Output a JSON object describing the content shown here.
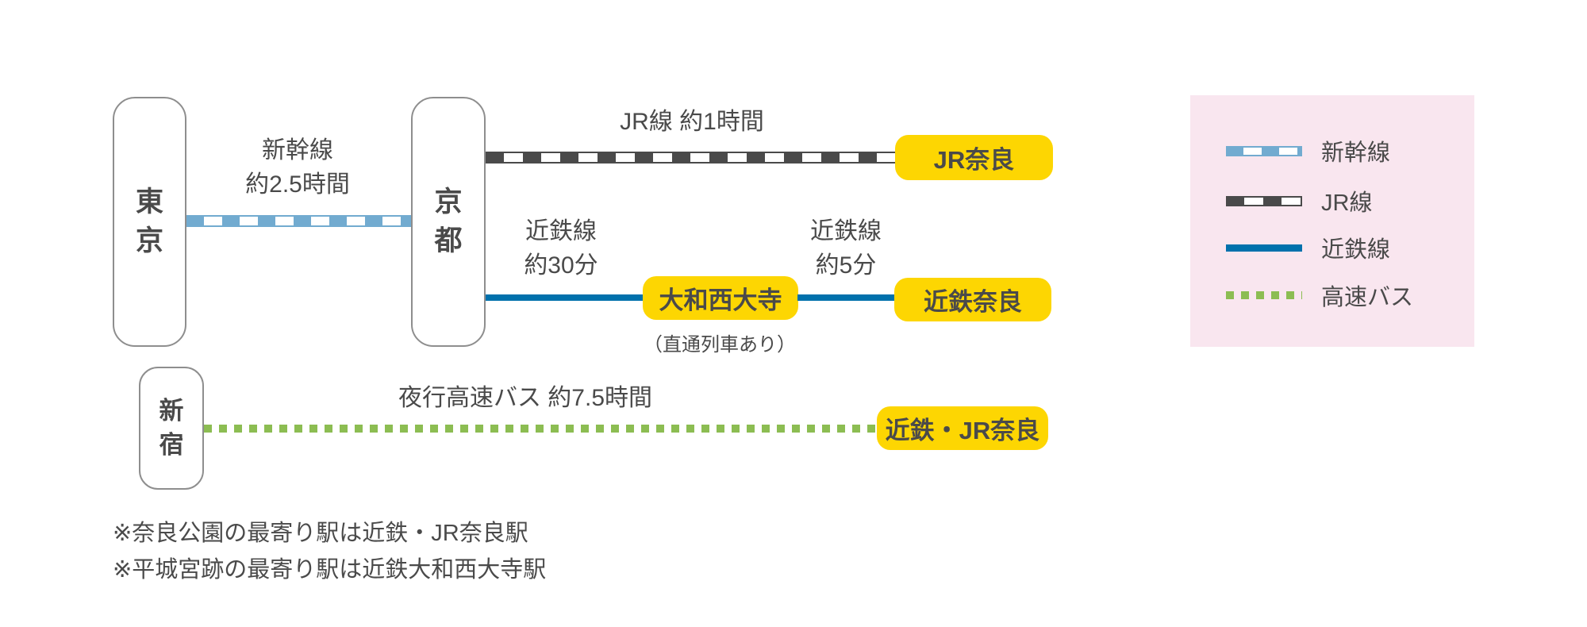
{
  "diagram_title": "tokyo-to-nara-access-route-diagram",
  "stations": {
    "tokyo": "東京",
    "kyoto": "京都",
    "shinjuku": "新宿"
  },
  "routes": {
    "shinkansen": {
      "name_line": "新幹線",
      "duration_line": "約2.5時間"
    },
    "jr": {
      "label": "JR線 約1時間",
      "destination": "JR奈良"
    },
    "kintetsu_kyoto_saidaiji": {
      "name_line": "近鉄線",
      "duration_line": "約30分",
      "destination": "大和西大寺",
      "note": "（直通列車あり）"
    },
    "kintetsu_saidaiji_nara": {
      "name_line": "近鉄線",
      "duration_line": "約5分",
      "destination": "近鉄奈良"
    },
    "bus": {
      "label": "夜行高速バス 約7.5時間",
      "destination": "近鉄・JR奈良"
    }
  },
  "legend": {
    "items": [
      {
        "id": "shinkansen",
        "label": "新幹線"
      },
      {
        "id": "jr-line",
        "label": "JR線"
      },
      {
        "id": "kintetsu-line",
        "label": "近鉄線"
      },
      {
        "id": "highway-bus",
        "label": "高速バス"
      }
    ]
  },
  "footnotes": [
    "※奈良公園の最寄り駅は近鉄・JR奈良駅",
    "※平城宮跡の最寄り駅は近鉄大和西大寺駅"
  ],
  "colors": {
    "shinkansen_line": "#72abd0",
    "jr_line": "#4a4a4a",
    "kintetsu_line": "#0071ac",
    "bus_line": "#8cbd52",
    "badge_yellow": "#fdd602",
    "legend_background": "#f9e6ef",
    "text": "#4a4a4a",
    "station_box_border": "#8e8e8e"
  }
}
